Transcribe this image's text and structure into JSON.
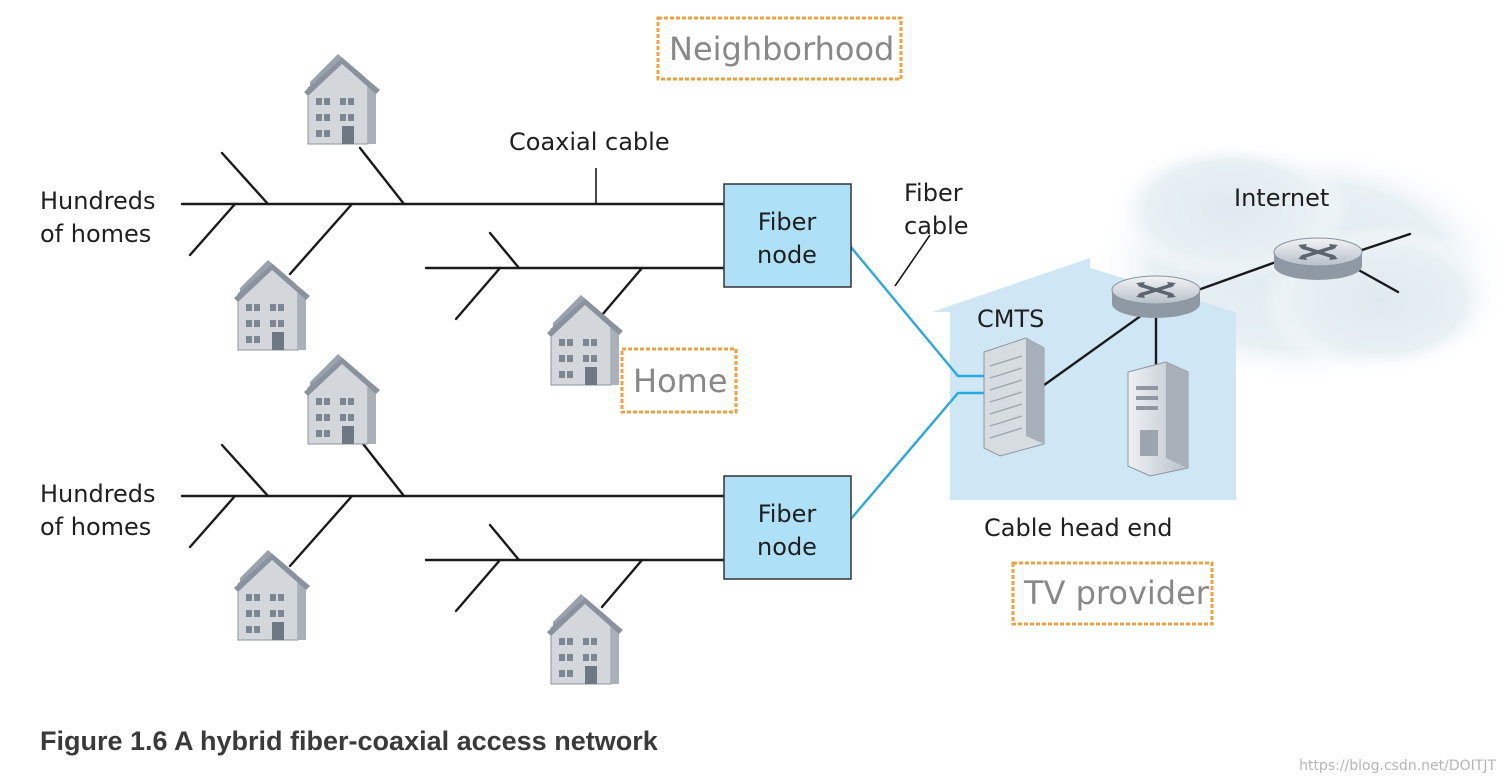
{
  "labels": {
    "neighborhood": "Neighborhood",
    "coaxial_cable": "Coaxial cable",
    "hundreds_top_line1": "Hundreds",
    "hundreds_top_line2": "of homes",
    "hundreds_bottom_line1": "Hundreds",
    "hundreds_bottom_line2": "of homes",
    "fiber_node_top_line1": "Fiber",
    "fiber_node_top_line2": "node",
    "fiber_node_bottom_line1": "Fiber",
    "fiber_node_bottom_line2": "node",
    "fiber_cable_line1": "Fiber",
    "fiber_cable_line2": "cable",
    "internet": "Internet",
    "cmts": "CMTS",
    "home": "Home",
    "cable_head_end": "Cable head end",
    "tv_provider": "TV provider"
  },
  "caption": "Figure 1.6 A hybrid fiber-coaxial access network",
  "watermark": "https://blog.csdn.net/DOITJT",
  "colors": {
    "fiber_node_fill": "#aee0f7",
    "fiber_line": "#29a9e1",
    "head_end_fill": "#cfe7f5",
    "annotation_border": "#f0a040",
    "house_gray": "#c9cdd3"
  },
  "icons": [
    "house-icon",
    "router-icon",
    "server-icon",
    "cmts-rack-icon",
    "internet-cloud-icon"
  ]
}
